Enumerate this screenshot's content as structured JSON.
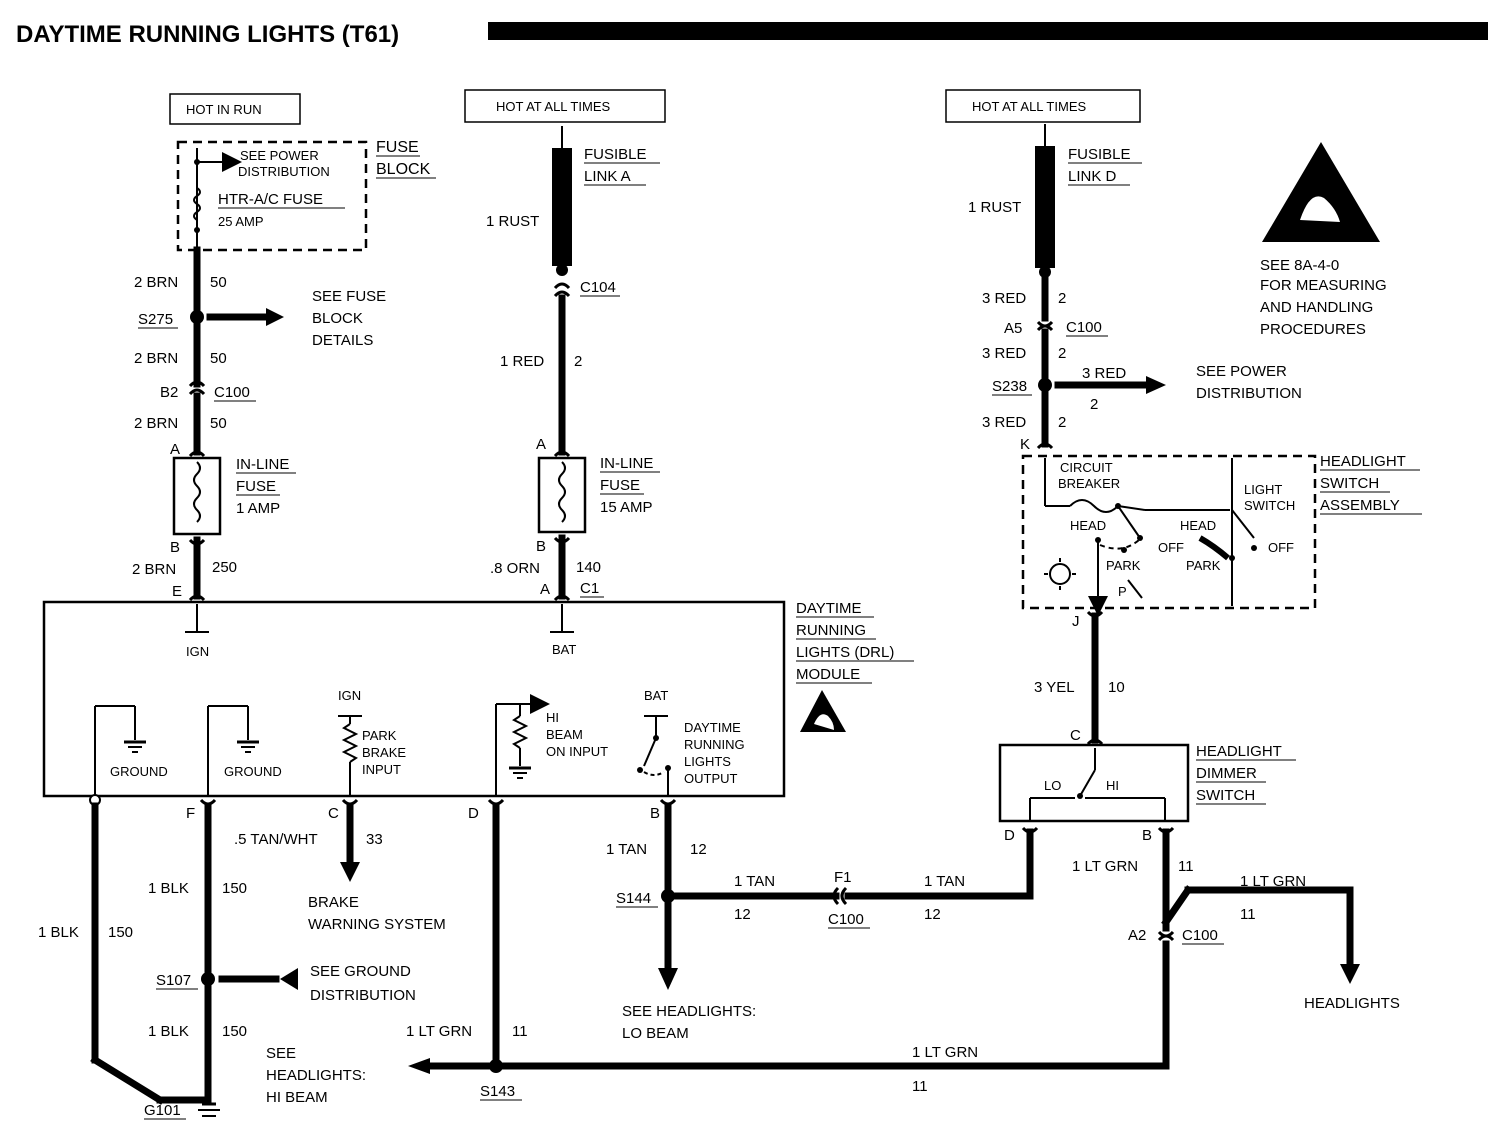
{
  "title": "DAYTIME RUNNING LIGHTS (T61)",
  "power": {
    "hot_in_run": "HOT IN RUN",
    "hot_at_all_times_a": "HOT AT ALL TIMES",
    "hot_at_all_times_b": "HOT AT ALL TIMES"
  },
  "fuse_block": {
    "label_1": "FUSE",
    "label_2": "BLOCK",
    "see_power_1": "SEE POWER",
    "see_power_2": "DISTRIBUTION",
    "fuse_name": "HTR-A/C FUSE",
    "fuse_rating": "25 AMP"
  },
  "fusible_link_a": {
    "line1": "FUSIBLE",
    "line2": "LINK A",
    "wire": "1 RUST"
  },
  "fusible_link_d": {
    "line1": "FUSIBLE",
    "line2": "LINK D",
    "wire": "1 RUST"
  },
  "esd": {
    "line1": "SEE 8A-4-0",
    "line2": "FOR MEASURING",
    "line3": "AND HANDLING",
    "line4": "PROCEDURES"
  },
  "left_column": {
    "wire_1": "2 BRN",
    "circuit_1": "50",
    "splice": "S275",
    "see_fuse_1": "SEE FUSE",
    "see_fuse_2": "BLOCK",
    "see_fuse_3": "DETAILS",
    "wire_2": "2 BRN",
    "circuit_2": "50",
    "conn_pin": "B2",
    "connector": "C100",
    "wire_3": "2 BRN",
    "circuit_3": "50",
    "pin_a": "A",
    "inline_1": "IN-LINE",
    "inline_2": "FUSE",
    "inline_3": "1 AMP",
    "pin_b": "B",
    "wire_4": "2 BRN",
    "circuit_4": "250",
    "pin_e": "E"
  },
  "middle_column": {
    "connector_top": "C104",
    "wire_1": "1 RED",
    "circuit_1": "2",
    "pin_a": "A",
    "inline_1": "IN-LINE",
    "inline_2": "FUSE",
    "inline_3": "15 AMP",
    "pin_b": "B",
    "wire_2": ".8 ORN",
    "circuit_2": "140",
    "pin_a2": "A",
    "connector": "C1"
  },
  "right_column": {
    "wire_1": "3 RED",
    "circuit_1": "2",
    "conn_pin": "A5",
    "connector": "C100",
    "wire_2": "3 RED",
    "circuit_2": "2",
    "splice": "S238",
    "branch_wire": "3 RED",
    "branch_circuit": "2",
    "see_power_1": "SEE POWER",
    "see_power_2": "DISTRIBUTION",
    "wire_3": "3 RED",
    "circuit_3": "2",
    "pin_k": "K",
    "pin_j": "J",
    "wire_4": "3 YEL",
    "circuit_4": "10",
    "pin_c": "C"
  },
  "headlight_switch": {
    "label_1": "HEADLIGHT",
    "label_2": "SWITCH",
    "label_3": "ASSEMBLY",
    "cb_1": "CIRCUIT",
    "cb_2": "BREAKER",
    "ls_1": "LIGHT",
    "ls_2": "SWITCH",
    "head_a": "HEAD",
    "off_a": "OFF",
    "park_a": "PARK",
    "head_b": "HEAD",
    "off_b": "OFF",
    "park_b": "PARK",
    "p": "P"
  },
  "dimmer": {
    "label_1": "HEADLIGHT",
    "label_2": "DIMMER",
    "label_3": "SWITCH",
    "lo": "LO",
    "hi": "HI",
    "pin_d": "D",
    "pin_b": "B"
  },
  "drl_module": {
    "label_1": "DAYTIME",
    "label_2": "RUNNING",
    "label_3": "LIGHTS (DRL)",
    "label_4": "MODULE",
    "ign": "IGN",
    "bat": "BAT",
    "ground_1": "GROUND",
    "ground_2": "GROUND",
    "ign2": "IGN",
    "park_1": "PARK",
    "park_2": "BRAKE",
    "park_3": "INPUT",
    "hi_1": "HI",
    "hi_2": "BEAM",
    "hi_3": "ON INPUT",
    "bat2": "BAT",
    "out_1": "DAYTIME",
    "out_2": "RUNNING",
    "out_3": "LIGHTS",
    "out_4": "OUTPUT",
    "pin_f": "F",
    "pin_c": "C",
    "pin_d": "D",
    "pin_b": "B"
  },
  "bottom": {
    "wire_c": ".5 TAN/WHT",
    "circuit_c": "33",
    "brake_1": "BRAKE",
    "brake_2": "WARNING SYSTEM",
    "wire_f1": "1 BLK",
    "circuit_f1": "150",
    "wire_g": "1 BLK",
    "circuit_g": "150",
    "splice_s107": "S107",
    "see_ground_1": "SEE GROUND",
    "see_ground_2": "DISTRIBUTION",
    "wire_f2": "1 BLK",
    "circuit_f2": "150",
    "ground_g101": "G101",
    "see_hl_1": "SEE",
    "see_hl_2": "HEADLIGHTS:",
    "see_hl_3": "HI BEAM",
    "wire_d": "1 LT GRN",
    "circuit_d": "11",
    "splice_s143": "S143",
    "wire_bottom": "1 LT GRN",
    "circuit_bottom": "11",
    "wire_b": "1 TAN",
    "circuit_b": "12",
    "splice_s144": "S144",
    "wire_s144": "1 TAN",
    "circuit_s144": "12",
    "conn_pin_f1": "F1",
    "connector_c100": "C100",
    "wire_to_d": "1 TAN",
    "circuit_to_d": "12",
    "see_lo_1": "SEE HEADLIGHTS:",
    "see_lo_2": "LO BEAM",
    "wire_dimb": "1 LT GRN",
    "circuit_dimb": "11",
    "conn_pin_a2": "A2",
    "connector_c100b": "C100",
    "wire_hl": "1 LT GRN",
    "circuit_hl": "11",
    "headlights": "HEADLIGHTS"
  }
}
